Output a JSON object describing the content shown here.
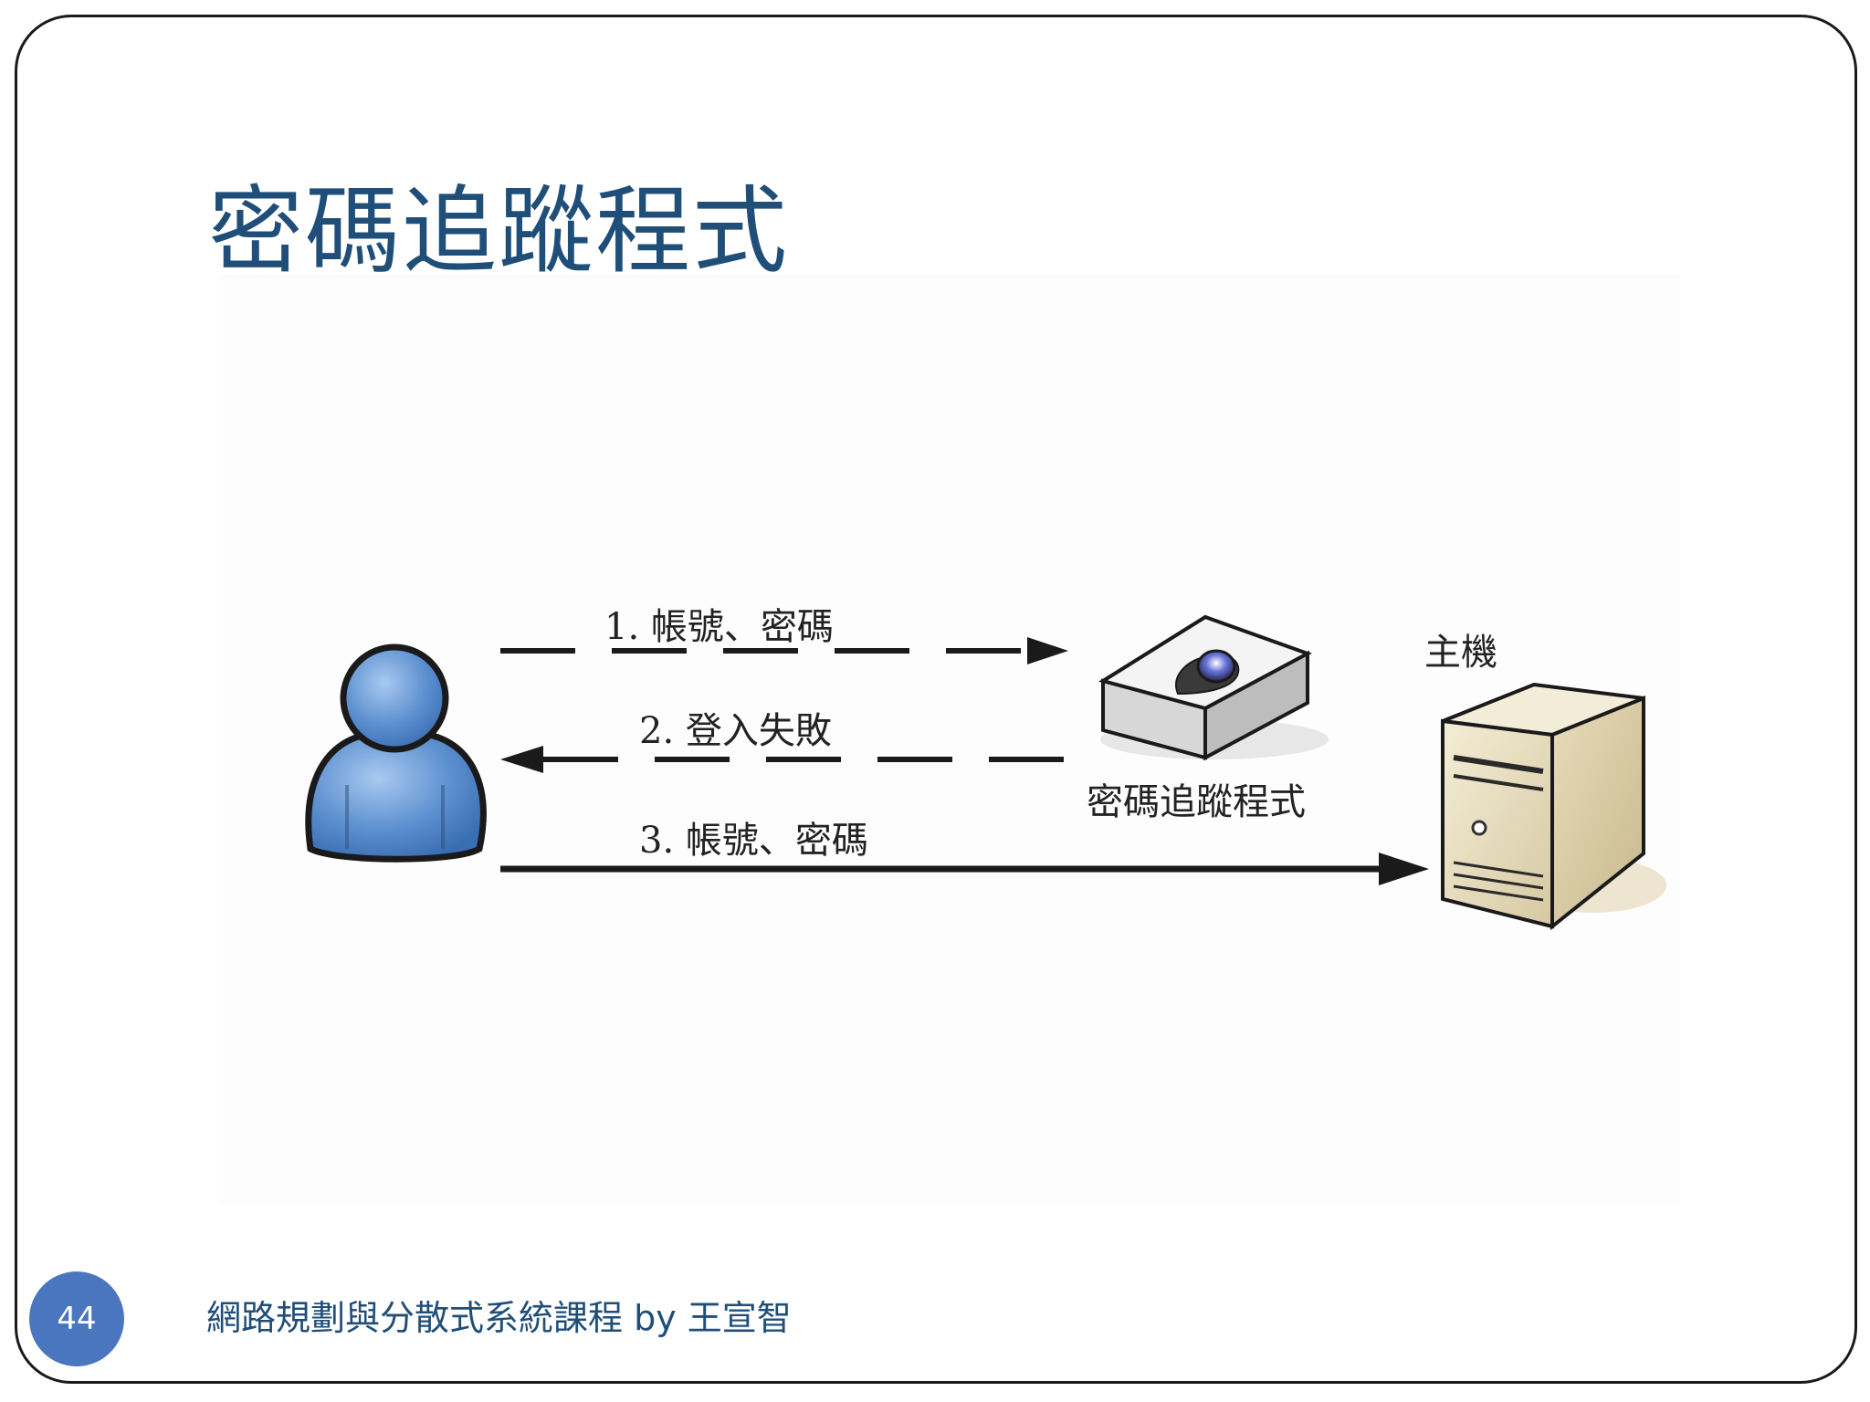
{
  "slide": {
    "title": "密碼追蹤程式",
    "page_number": "44",
    "footer": "網路規劃與分散式系統課程  by 王宣智"
  },
  "diagram": {
    "step1_label": "1. 帳號、密碼",
    "step2_label": "2. 登入失敗",
    "step3_label": "3. 帳號、密碼",
    "tracker_label": "密碼追蹤程式",
    "server_label": "主機"
  },
  "colors": {
    "title": "#1f4e79",
    "page_badge": "#4a76bf",
    "user_fill": "#5b8fcf",
    "server_fill": "#e6dcc0"
  },
  "icons": [
    "user-icon",
    "tracker-device-icon",
    "server-icon"
  ]
}
